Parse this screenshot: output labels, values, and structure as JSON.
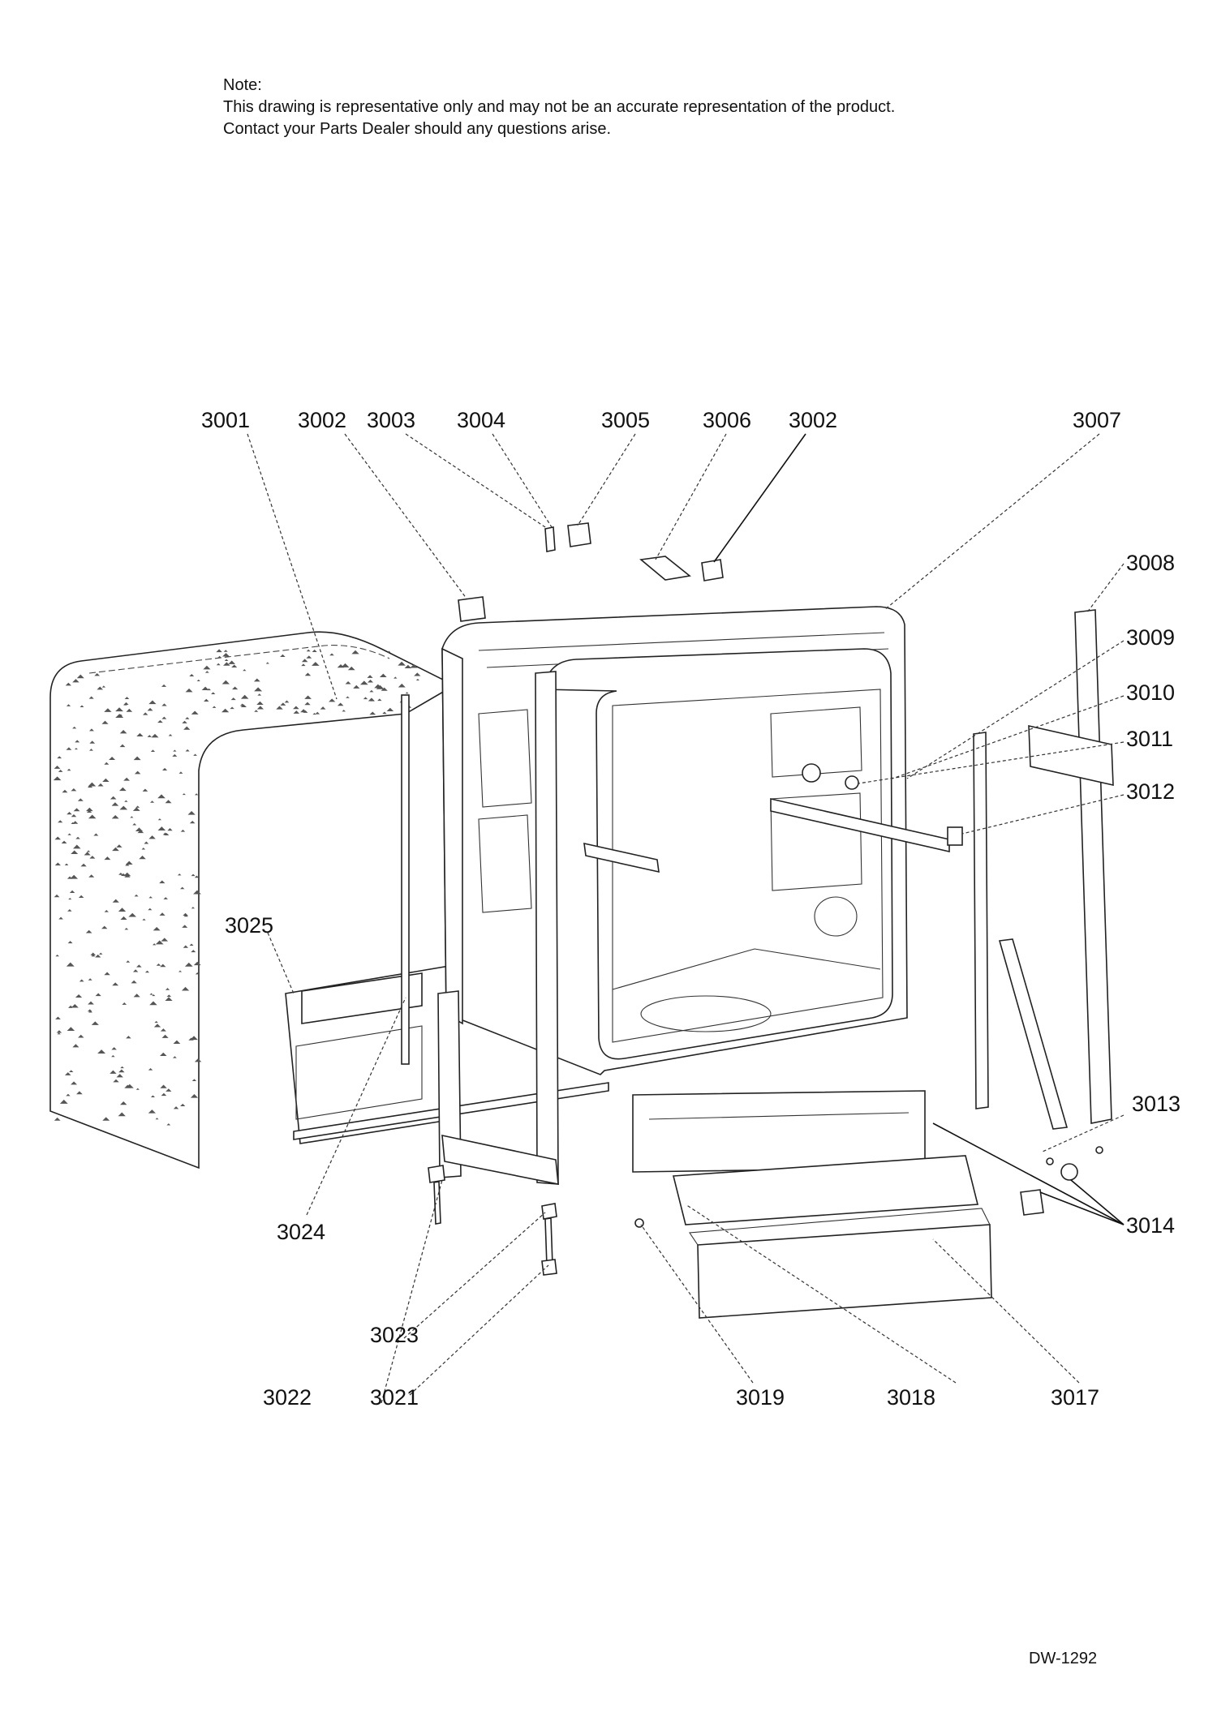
{
  "note": {
    "heading": "Note:",
    "line1": "This drawing is representative only and may not be an accurate representation of the product.",
    "line2": "Contact your Parts Dealer should any questions arise."
  },
  "callouts": {
    "c3001": "3001",
    "c3002a": "3002",
    "c3003": "3003",
    "c3004": "3004",
    "c3005": "3005",
    "c3006": "3006",
    "c3002b": "3002",
    "c3007": "3007",
    "c3008": "3008",
    "c3009": "3009",
    "c3010": "3010",
    "c3011": "3011",
    "c3012": "3012",
    "c3013": "3013",
    "c3014": "3014",
    "c3017": "3017",
    "c3018": "3018",
    "c3019": "3019",
    "c3021": "3021",
    "c3022": "3022",
    "c3023": "3023",
    "c3024": "3024",
    "c3025": "3025"
  },
  "drawing_id": "DW-1292",
  "colors": {
    "line": "#222222",
    "background": "#ffffff"
  }
}
